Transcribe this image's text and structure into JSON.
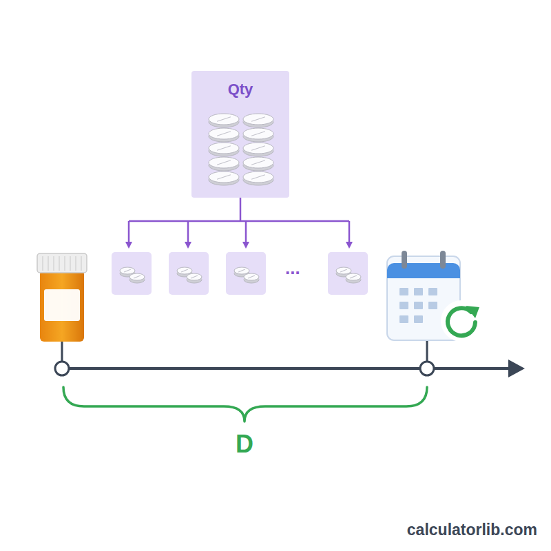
{
  "diagram": {
    "nodes": [
      {
        "text": [
          "Qty"
        ]
      }
    ],
    "labels": [
      "...",
      "D",
      "calculatorlib.com"
    ]
  }
}
